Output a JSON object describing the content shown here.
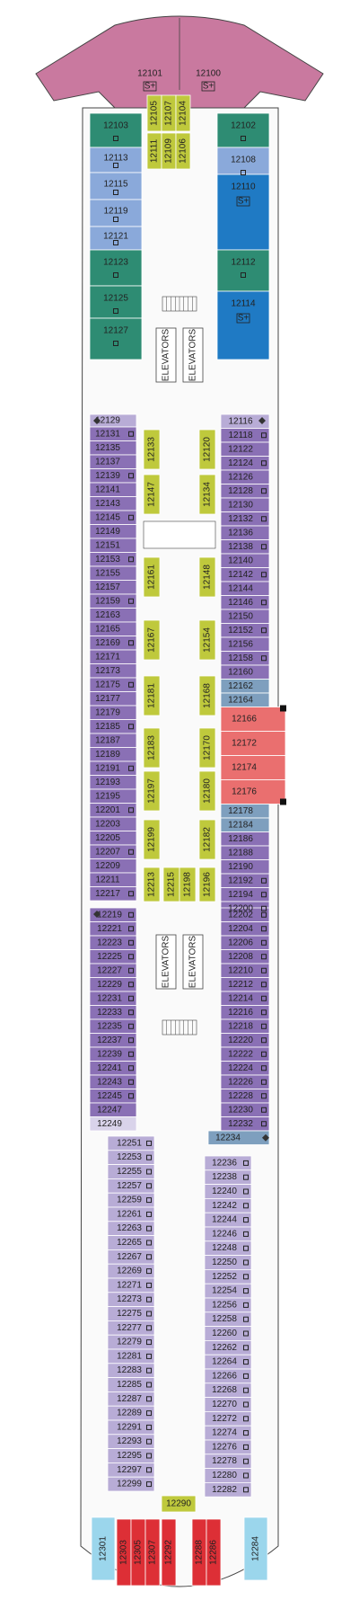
{
  "palette": {
    "suite": "#c9799f",
    "green": "#2e8c73",
    "lightblue": "#8aa9da",
    "blue": "#1f7ac4",
    "purple": "#8a70b5",
    "lavender": "#b8acd6",
    "paleLavender": "#d9d3ea",
    "red": "#ea6f6f",
    "steel": "#7e9fbe",
    "yellow": "#bfc93c",
    "cyan": "#9bd6ec",
    "deep": "#dd2f36",
    "corridor": "#ffffff",
    "outline": "#444444"
  },
  "icons": {
    "suite_badge": "S+",
    "accessible": "small-square-icon",
    "connecting": "diamond-icon"
  },
  "elevators_label": "ELEVATORS",
  "cabins": {
    "suites_bow": [
      "12101",
      "12100"
    ],
    "green_left": [
      "12103",
      "12123",
      "12125",
      "12127"
    ],
    "green_right": [
      "12102",
      "12112"
    ],
    "lightblue_left": [
      "12113",
      "12115",
      "12119",
      "12121"
    ],
    "lightblue_right": [
      "12108"
    ],
    "blue_right": [
      "12110",
      "12114"
    ],
    "inside_center_top": [
      "12105",
      "12107",
      "12104",
      "12111",
      "12109",
      "12106"
    ],
    "purple_left_a": [
      "12129",
      "12131",
      "12135",
      "12137",
      "12139",
      "12141",
      "12143",
      "12145",
      "12149",
      "12151",
      "12153",
      "12155",
      "12157",
      "12159",
      "12163",
      "12165",
      "12169",
      "12171",
      "12173",
      "12175",
      "12177",
      "12179",
      "12185",
      "12187",
      "12189",
      "12191",
      "12193",
      "12195",
      "12201",
      "12203",
      "12205",
      "12207",
      "12209",
      "12211",
      "12217"
    ],
    "purple_right_a": [
      "12116",
      "12118",
      "12122",
      "12124",
      "12126",
      "12128",
      "12130",
      "12132",
      "12136",
      "12138",
      "12140",
      "12142",
      "12144",
      "12146",
      "12150",
      "12152",
      "12156",
      "12158",
      "12160"
    ],
    "steel_right": [
      "12162",
      "12164",
      "12178",
      "12184"
    ],
    "red_right": [
      "12166",
      "12172",
      "12174",
      "12176"
    ],
    "purple_right_b": [
      "12186",
      "12188",
      "12190",
      "12192",
      "12194",
      "12200"
    ],
    "inside_left_col": [
      "12133",
      "12147",
      "12161",
      "12167",
      "12181",
      "12183",
      "12197",
      "12199",
      "12213"
    ],
    "inside_right_col": [
      "12120",
      "12134",
      "12148",
      "12154",
      "12168",
      "12170",
      "12180",
      "12182",
      "12196"
    ],
    "inside_mid": [
      "12215",
      "12198"
    ],
    "purple_left_b": [
      "12219",
      "12221",
      "12223",
      "12225",
      "12227",
      "12229",
      "12231",
      "12233",
      "12235",
      "12237",
      "12239",
      "12241",
      "12243",
      "12245",
      "12247",
      "12249"
    ],
    "purple_right_c": [
      "12202",
      "12204",
      "12206",
      "12208",
      "12210",
      "12212",
      "12214",
      "12216",
      "12218",
      "12220",
      "12222",
      "12224",
      "12226",
      "12228",
      "12230",
      "12232"
    ],
    "steel_right_b": [
      "12234"
    ],
    "lavender_left": [
      "12251",
      "12253",
      "12255",
      "12257",
      "12259",
      "12261",
      "12263",
      "12265",
      "12267",
      "12269",
      "12271",
      "12273",
      "12275",
      "12277",
      "12279",
      "12281",
      "12283",
      "12285",
      "12287",
      "12289",
      "12291",
      "12293",
      "12295",
      "12297",
      "12299"
    ],
    "lavender_right": [
      "12236",
      "12238",
      "12240",
      "12242",
      "12244",
      "12246",
      "12248",
      "12250",
      "12252",
      "12254",
      "12256",
      "12258",
      "12260",
      "12262",
      "12264",
      "12266",
      "12268",
      "12270",
      "12272",
      "12274",
      "12276",
      "12278",
      "12280",
      "12282"
    ],
    "inside_stern": [
      "12290"
    ],
    "stern_side": [
      "12301",
      "12284"
    ],
    "stern_deep": [
      "12303",
      "12305",
      "12307",
      "12292",
      "12288",
      "12286"
    ]
  }
}
